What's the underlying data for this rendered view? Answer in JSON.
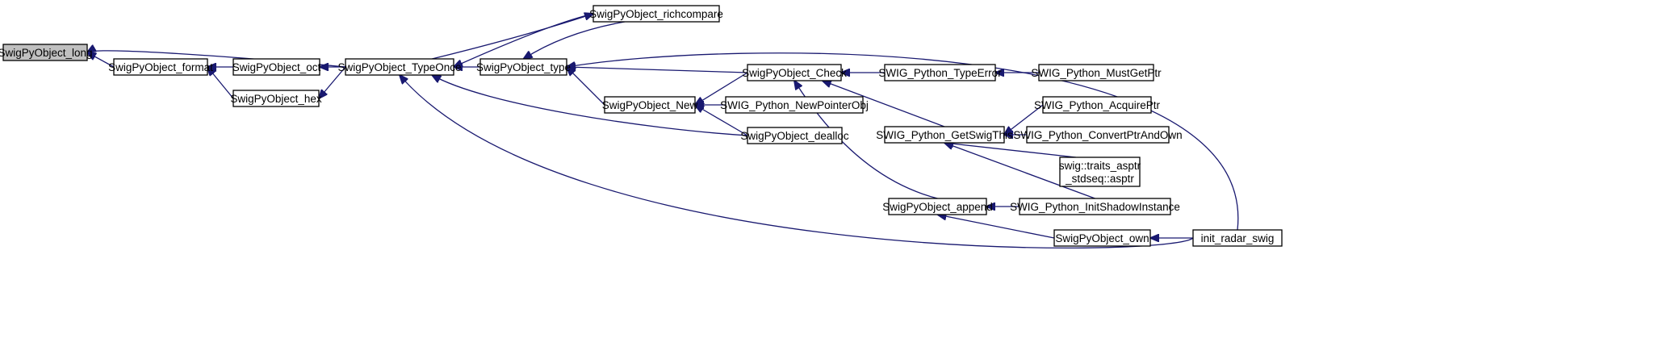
{
  "diagram": {
    "nodes": [
      {
        "id": "long",
        "label": [
          "SwigPyObject_long"
        ],
        "root": true
      },
      {
        "id": "format",
        "label": [
          "SwigPyObject_format"
        ]
      },
      {
        "id": "oct",
        "label": [
          "SwigPyObject_oct"
        ]
      },
      {
        "id": "hex",
        "label": [
          "SwigPyObject_hex"
        ]
      },
      {
        "id": "typeonce",
        "label": [
          "SwigPyObject_TypeOnce"
        ]
      },
      {
        "id": "richcompare",
        "label": [
          "SwigPyObject_richcompare"
        ]
      },
      {
        "id": "type",
        "label": [
          "SwigPyObject_type"
        ]
      },
      {
        "id": "new",
        "label": [
          "SwigPyObject_New"
        ]
      },
      {
        "id": "check",
        "label": [
          "SwigPyObject_Check"
        ]
      },
      {
        "id": "newpointerobj",
        "label": [
          "SWIG_Python_NewPointerObj"
        ]
      },
      {
        "id": "dealloc",
        "label": [
          "SwigPyObject_dealloc"
        ]
      },
      {
        "id": "typeerror",
        "label": [
          "SWIG_Python_TypeError"
        ]
      },
      {
        "id": "mustgetptr",
        "label": [
          "SWIG_Python_MustGetPtr"
        ]
      },
      {
        "id": "getswigthis",
        "label": [
          "SWIG_Python_GetSwigThis"
        ]
      },
      {
        "id": "acquireptr",
        "label": [
          "SWIG_Python_AcquirePtr"
        ]
      },
      {
        "id": "convertptr",
        "label": [
          "SWIG_Python_ConvertPtrAndOwn"
        ]
      },
      {
        "id": "asptr",
        "label": [
          "swig::traits_asptr",
          "_stdseq::asptr"
        ]
      },
      {
        "id": "append",
        "label": [
          "SwigPyObject_append"
        ]
      },
      {
        "id": "initshadow",
        "label": [
          "SWIG_Python_InitShadowInstance"
        ]
      },
      {
        "id": "own",
        "label": [
          "SwigPyObject_own"
        ]
      },
      {
        "id": "initradar",
        "label": [
          "init_radar_swig"
        ]
      }
    ],
    "edges": [
      {
        "from": "format",
        "to": "long"
      },
      {
        "from": "typeonce",
        "to": "long"
      },
      {
        "from": "oct",
        "to": "format"
      },
      {
        "from": "hex",
        "to": "format"
      },
      {
        "from": "typeonce",
        "to": "oct"
      },
      {
        "from": "typeonce",
        "to": "hex"
      },
      {
        "from": "richcompare",
        "to": "typeonce"
      },
      {
        "from": "type",
        "to": "typeonce"
      },
      {
        "from": "dealloc",
        "to": "typeonce"
      },
      {
        "from": "initradar",
        "to": "typeonce"
      },
      {
        "from": "typeonce",
        "to": "richcompare"
      },
      {
        "from": "richcompare",
        "to": "type"
      },
      {
        "from": "check",
        "to": "type"
      },
      {
        "from": "new",
        "to": "type"
      },
      {
        "from": "initradar",
        "to": "type"
      },
      {
        "from": "typeerror",
        "to": "check"
      },
      {
        "from": "getswigthis",
        "to": "check"
      },
      {
        "from": "append",
        "to": "check"
      },
      {
        "from": "check",
        "to": "new"
      },
      {
        "from": "newpointerobj",
        "to": "new"
      },
      {
        "from": "dealloc",
        "to": "new"
      },
      {
        "from": "mustgetptr",
        "to": "typeerror"
      },
      {
        "from": "acquireptr",
        "to": "getswigthis"
      },
      {
        "from": "convertptr",
        "to": "getswigthis"
      },
      {
        "from": "asptr",
        "to": "getswigthis"
      },
      {
        "from": "initshadow",
        "to": "getswigthis"
      },
      {
        "from": "initshadow",
        "to": "append"
      },
      {
        "from": "own",
        "to": "append"
      },
      {
        "from": "initradar",
        "to": "own"
      }
    ]
  },
  "colors": {
    "edge": "#191970",
    "root_fill": "#c0c0c0",
    "node_fill": "#ffffff",
    "node_border": "#000000"
  }
}
